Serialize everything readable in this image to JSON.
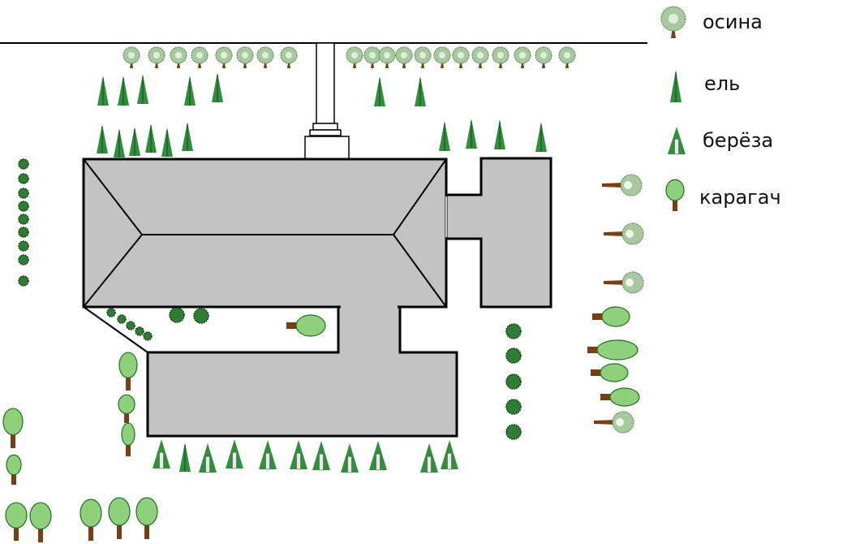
{
  "legend": {
    "aspen": "осина",
    "spruce": "ель",
    "birch": "берёза",
    "elm": "карагач"
  },
  "colors": {
    "building_fill": "#c3c3c3",
    "outline": "#000000",
    "tree_green": "#2f8f3a",
    "tree_dark": "#1f5f2a",
    "light_green": "#8fd07a",
    "aspen_leaf": "#a8c8a0",
    "trunk": "#7a3e12",
    "birch_trunk": "#e8e8e8"
  },
  "icons": {
    "aspen": "aspen-tree-icon",
    "spruce": "spruce-tree-icon",
    "birch": "birch-tree-icon",
    "elm": "elm-tree-icon",
    "shrub": "shrub-icon"
  }
}
